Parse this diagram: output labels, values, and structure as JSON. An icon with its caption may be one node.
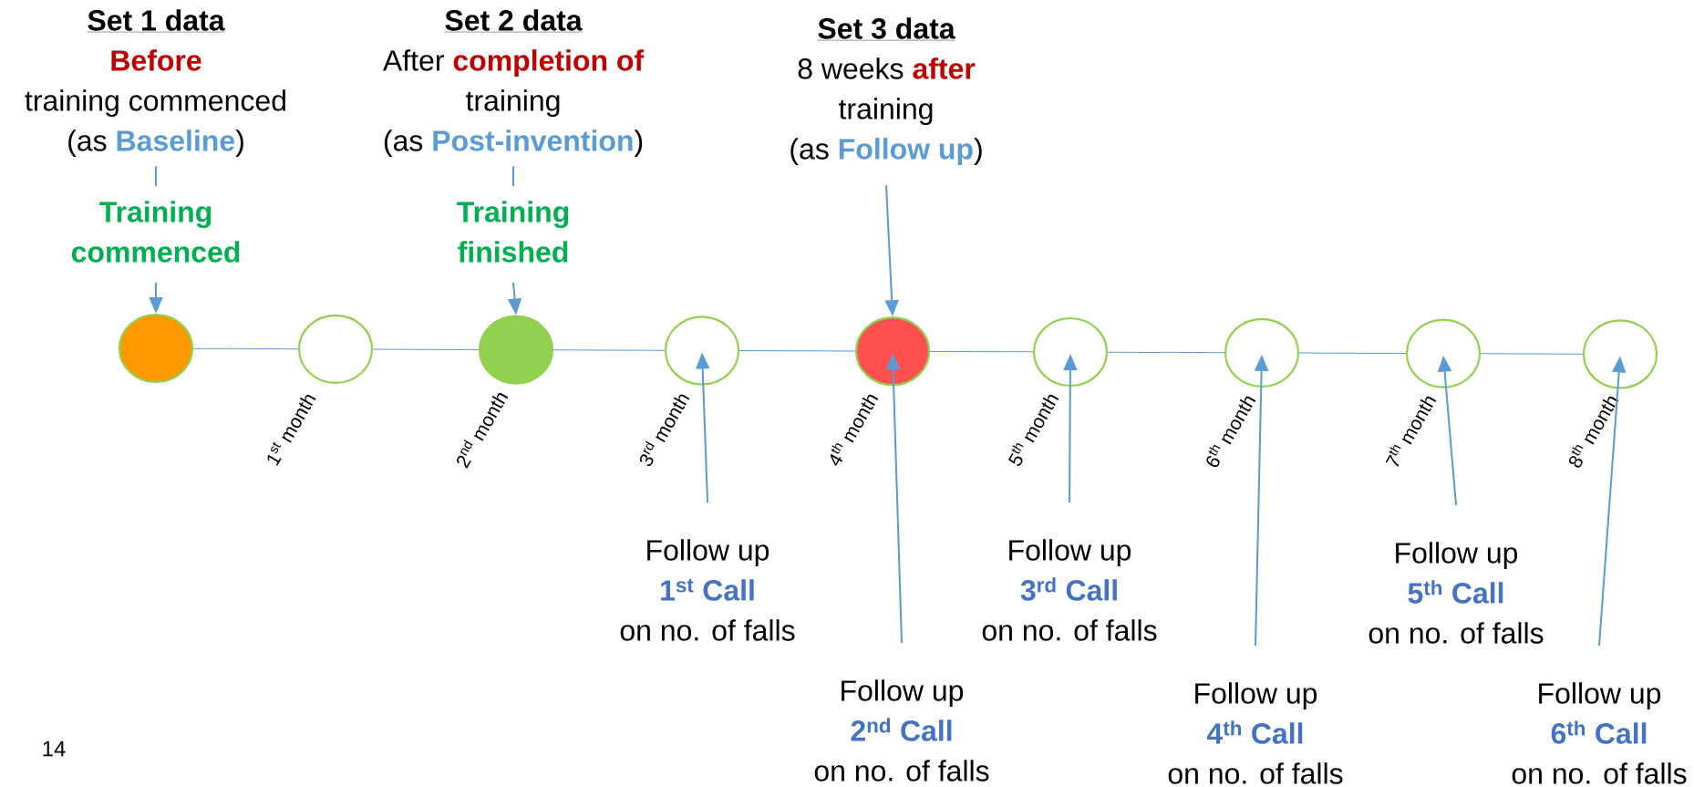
{
  "diagram": {
    "nodes": [
      {
        "text": [
          "Set 1 data",
          "Before",
          "training commenced",
          "(as **Baseline**)"
        ]
      },
      {
        "text": [
          "Training commenced"
        ]
      },
      {
        "text": [
          "Set 2 data",
          "After **completion of**",
          "training",
          "(as **Post-invention**)"
        ]
      },
      {
        "text": [
          "Training finished"
        ]
      },
      {
        "text": [
          "Set 3 data",
          "8 weeks **after**",
          "training",
          "(as **Follow up**)"
        ]
      },
      {
        "text": [],
        "shape": "circle"
      },
      {
        "text": [],
        "shape": "circle",
        "beside": [
          "1$^{st}$ month"
        ]
      },
      {
        "text": [],
        "shape": "circle",
        "beside": [
          "2$^{nd}$ month"
        ]
      },
      {
        "text": [],
        "shape": "circle",
        "beside": [
          "3$^{rd}$ month"
        ]
      },
      {
        "text": [],
        "shape": "circle",
        "beside": [
          "4$^{th}$ month"
        ]
      },
      {
        "text": [],
        "shape": "circle",
        "beside": [
          "5$^{th}$ month"
        ]
      },
      {
        "text": [],
        "shape": "circle",
        "beside": [
          "6$^{th}$ month"
        ]
      },
      {
        "text": [],
        "shape": "circle",
        "beside": [
          "7$^{th}$ month"
        ]
      },
      {
        "text": [],
        "shape": "circle",
        "beside": [
          "8$^{th}$ month"
        ]
      },
      {
        "text": [
          "Follow up",
          "1$^{st}$ Call",
          "on no. of falls"
        ]
      },
      {
        "text": [
          "Follow up",
          "2$^{nd}$ Call",
          "on no. of falls"
        ]
      },
      {
        "text": [
          "Follow up",
          "3$^{rd}$ Call",
          "on no. of falls"
        ]
      },
      {
        "text": [
          "Follow up",
          "4$^{th}$ Call",
          "on no. of falls"
        ]
      },
      {
        "text": [
          "Follow up",
          "5$^{th}$ Call",
          "on no. of falls"
        ]
      },
      {
        "text": [
          "Follow up",
          "6$^{th}$ Call",
          "on no. of falls"
        ]
      }
    ],
    "edges": [
      {
        "from": 0,
        "to": 1,
        "arrow": "none"
      },
      {
        "from": 1,
        "to": 5,
        "arrow": "to"
      },
      {
        "from": 2,
        "to": 3,
        "arrow": "none"
      },
      {
        "from": 3,
        "to": 7,
        "arrow": "to"
      },
      {
        "from": 4,
        "to": 9,
        "arrow": "to"
      },
      {
        "from": 5,
        "to": 6,
        "arrow": "none"
      },
      {
        "from": 6,
        "to": 7,
        "arrow": "none"
      },
      {
        "from": 7,
        "to": 8,
        "arrow": "none"
      },
      {
        "from": 8,
        "to": 9,
        "arrow": "none"
      },
      {
        "from": 9,
        "to": 10,
        "arrow": "none"
      },
      {
        "from": 10,
        "to": 11,
        "arrow": "none"
      },
      {
        "from": 11,
        "to": 12,
        "arrow": "none"
      },
      {
        "from": 12,
        "to": 13,
        "arrow": "none"
      },
      {
        "from": 14,
        "to": 8,
        "arrow": "to"
      },
      {
        "from": 15,
        "to": 9,
        "arrow": "to"
      },
      {
        "from": 16,
        "to": 10,
        "arrow": "to"
      },
      {
        "from": 17,
        "to": 11,
        "arrow": "to"
      },
      {
        "from": 18,
        "to": 12,
        "arrow": "to"
      },
      {
        "from": 19,
        "to": 13,
        "arrow": "to"
      }
    ],
    "labels": [
      "14"
    ]
  }
}
